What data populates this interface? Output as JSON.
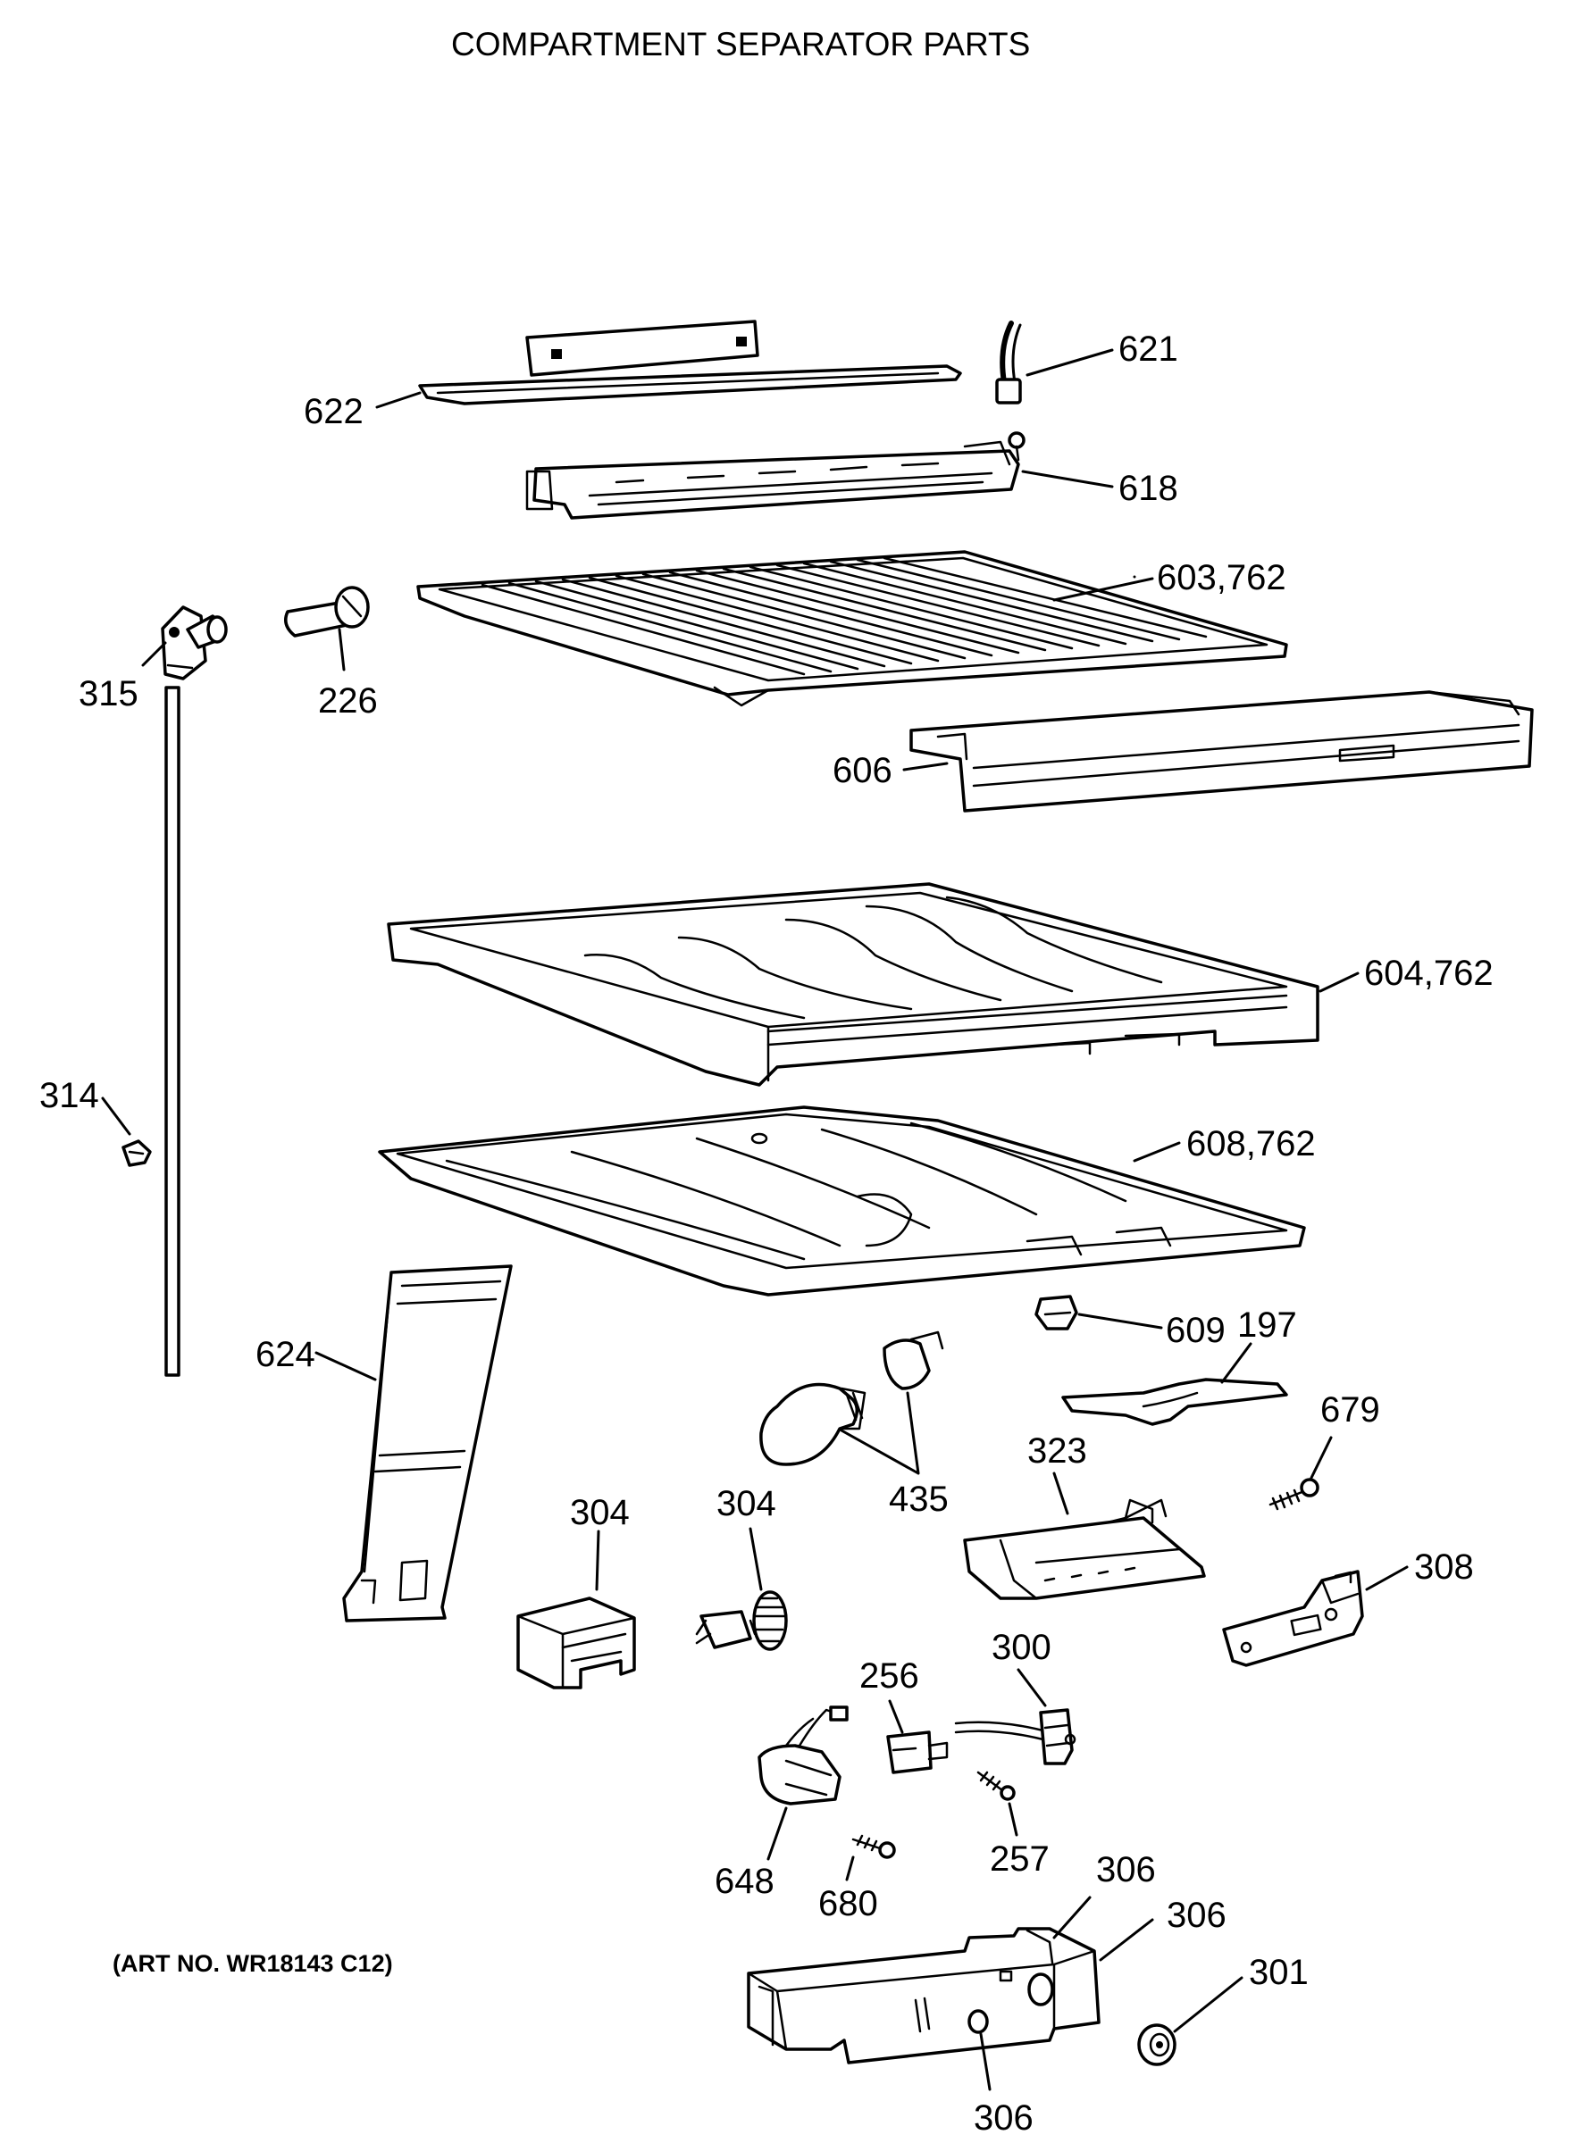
{
  "title": "COMPARTMENT SEPARATOR PARTS",
  "art_number": "(ART NO. WR18143 C12)",
  "callouts": [
    {
      "id": "c622",
      "label": "622"
    },
    {
      "id": "c621",
      "label": "621"
    },
    {
      "id": "c618",
      "label": "618"
    },
    {
      "id": "c603",
      "label": "603,762"
    },
    {
      "id": "c315",
      "label": "315"
    },
    {
      "id": "c226",
      "label": "226"
    },
    {
      "id": "c606",
      "label": "606"
    },
    {
      "id": "c604",
      "label": "604,762"
    },
    {
      "id": "c314",
      "label": "314"
    },
    {
      "id": "c608",
      "label": "608,762"
    },
    {
      "id": "c609",
      "label": "609"
    },
    {
      "id": "c197",
      "label": "197"
    },
    {
      "id": "c624",
      "label": "624"
    },
    {
      "id": "c679",
      "label": "679"
    },
    {
      "id": "c323",
      "label": "323"
    },
    {
      "id": "c435",
      "label": "435"
    },
    {
      "id": "c304a",
      "label": "304"
    },
    {
      "id": "c304b",
      "label": "304"
    },
    {
      "id": "c308",
      "label": "308"
    },
    {
      "id": "c256",
      "label": "256"
    },
    {
      "id": "c300",
      "label": "300"
    },
    {
      "id": "c257",
      "label": "257"
    },
    {
      "id": "c648",
      "label": "648"
    },
    {
      "id": "c680",
      "label": "680"
    },
    {
      "id": "c306a",
      "label": "306"
    },
    {
      "id": "c306b",
      "label": "306"
    },
    {
      "id": "c301",
      "label": "301"
    },
    {
      "id": "c306c",
      "label": "306"
    }
  ]
}
